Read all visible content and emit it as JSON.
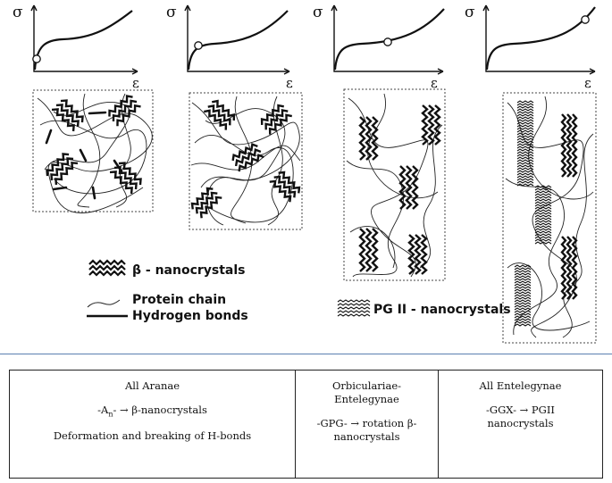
{
  "axis_labels": {
    "y": "σ",
    "x": "ε"
  },
  "panels": [
    {
      "id": "panel-1"
    },
    {
      "id": "panel-2"
    },
    {
      "id": "panel-3"
    },
    {
      "id": "panel-4"
    }
  ],
  "legend": {
    "beta": "β - nanocrystals",
    "protein": "Protein chain",
    "hbonds": "Hydrogen bonds",
    "pgii": "PG II - nanocrystals"
  },
  "table": {
    "col1": {
      "title": "All Aranae",
      "line1": "-A",
      "line1_sub": "n",
      "line1_rest": "- → β-nanocrystals",
      "line2": "Deformation and breaking of H-bonds"
    },
    "col2": {
      "title_line1": "Orbiculariae-",
      "title_line2": "Entelegynae",
      "line1": "-GPG- → rotation β-",
      "line2": "nanocrystals"
    },
    "col3": {
      "title": "All Entelegynae",
      "line1": "-GGX- → PGII",
      "line2": "nanocrystals"
    }
  },
  "colors": {
    "ink": "#111111",
    "divider": "#5b7fb0"
  }
}
